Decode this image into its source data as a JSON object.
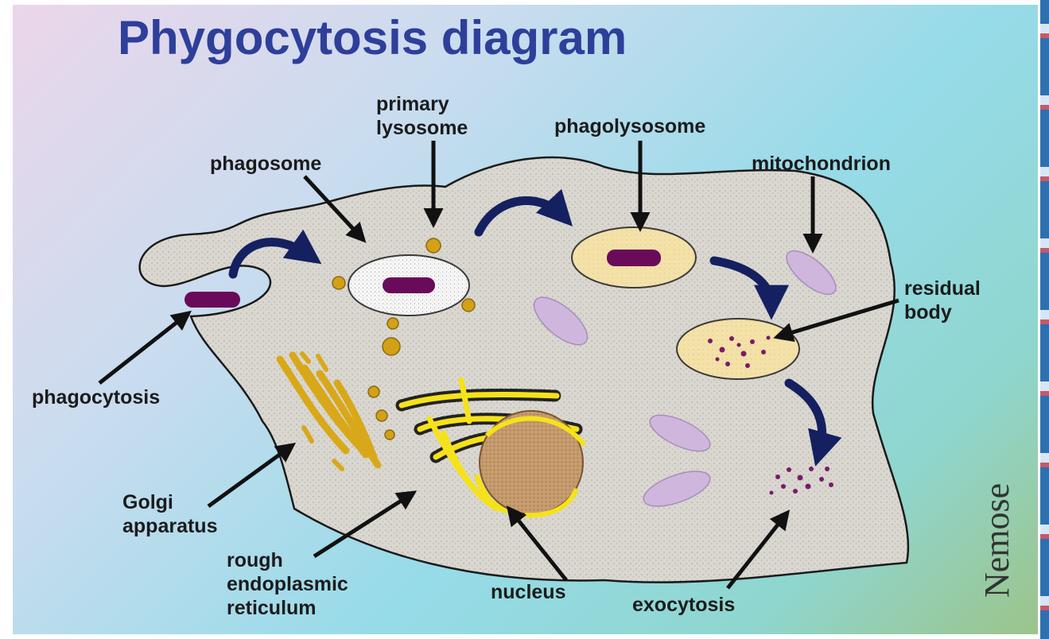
{
  "title": "Phygocytosis diagram",
  "signature": "Nemose",
  "labels": {
    "primary_lysosome": [
      "primary",
      "lysosome"
    ],
    "phagosome": "phagosome",
    "phagolysosome": "phagolysosome",
    "mitochondrion": "mitochondrion",
    "residual_body": [
      "residual",
      "body"
    ],
    "phagocytosis": "phagocytosis",
    "golgi_apparatus": [
      "Golgi",
      "apparatus"
    ],
    "rough_er": [
      "rough",
      "endoplasmic",
      "reticulum"
    ],
    "nucleus": "nucleus",
    "exocytosis": "exocytosis"
  },
  "colors": {
    "title": "#2e3f9a",
    "cell_fill": "#d9d7d0",
    "cell_outline": "#1a1a1a",
    "curved_arrow": "#142060",
    "pointer_arrow": "#111111",
    "bacterium": "#6a0a5a",
    "lysosome": "#d4a017",
    "vacuole_fill": "#f3e1a8",
    "mitochondrion": "#cfb6dd",
    "nucleus": "#c49a6c",
    "er": "#f5e21a",
    "golgi": "#d9a81a"
  }
}
